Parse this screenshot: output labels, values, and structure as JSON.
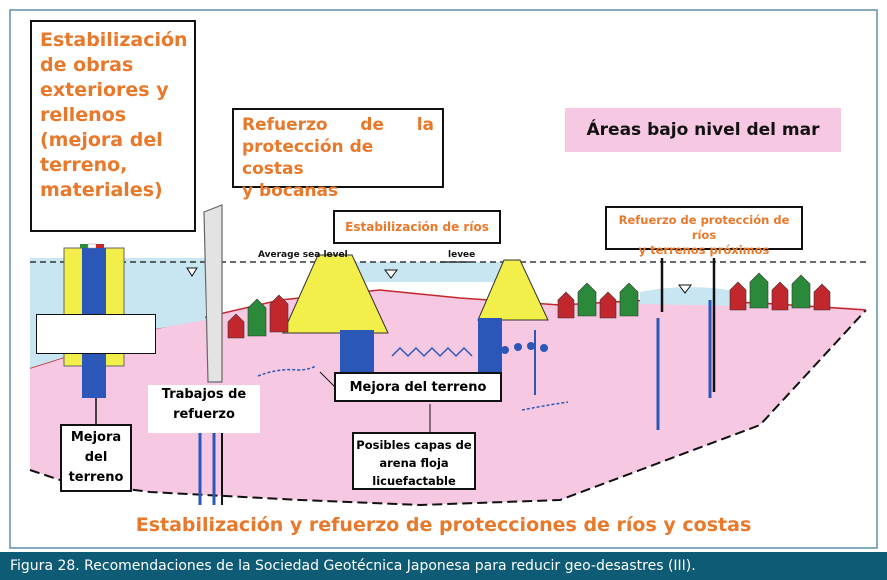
{
  "figure": {
    "box_estabilizacion_obras": "Estabilización de obras exteriores y rellenos (mejora del terreno, materiales)",
    "box_refuerzo_costas": {
      "row1": [
        "Refuerzo",
        "de",
        "la"
      ],
      "row2": "protección de costas",
      "row3": "y bocanas"
    },
    "box_areas_bajo_nivel": "Áreas bajo nivel del mar",
    "box_estabilizacion_rios": "Estabilización de ríos",
    "box_refuerzo_rios": {
      "line1": "Refuerzo de protección de ríos",
      "line2": "y terrenos próximos"
    },
    "label_average_sea_level": "Average sea level",
    "label_levee": "levee",
    "box_mejora_terreno_centro": "Mejora del terreno",
    "box_trabajos_refuerzo": {
      "line1": "Trabajos de",
      "line2": "refuerzo"
    },
    "box_mejora_terreno_izq": {
      "line1": "Mejora",
      "line2": "del",
      "line3": "terreno"
    },
    "box_posibles_capas": {
      "line1": "Posibles capas de",
      "line2": "arena floja",
      "line3": "licuefactable"
    },
    "title_bottom": "Estabilización y refuerzo de protecciones de ríos y costas"
  },
  "caption": "Figura 28. Recomendaciones de la Sociedad Geotécnica Japonesa para reducir geo-desastres (III).",
  "colors": {
    "accent_orange": "#e8782a",
    "ground_pink": "#f7c8e2",
    "water_blue": "#c8e6f2",
    "levee_yellow": "#f2ee4a",
    "pile_blue": "#2a57b8",
    "caption_bar": "#0d5b74"
  }
}
